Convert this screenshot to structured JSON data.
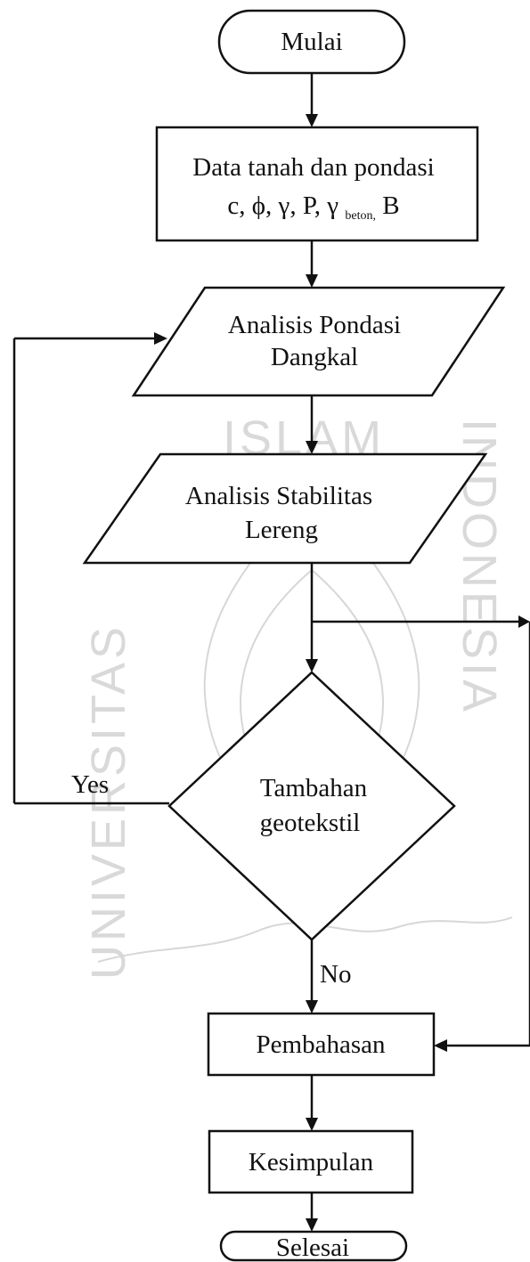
{
  "watermark": {
    "top_text": "ISLAM",
    "left_text": "UNIVERSITAS",
    "right_text": "INDONESIA"
  },
  "flowchart": {
    "start": "Mulai",
    "data": {
      "line1": "Data tanah dan pondasi",
      "line2_prefix": "c, ϕ, γ, P, γ",
      "line2_subscript": "beton,",
      "line2_suffix": " B"
    },
    "analysis_shallow": {
      "line1": "Analisis Pondasi",
      "line2": "Dangkal"
    },
    "analysis_slope": {
      "line1": "Analisis Stabilitas",
      "line2": "Lereng"
    },
    "decision": {
      "line1": "Tambahan",
      "line2": "geotekstil",
      "yes": "Yes",
      "no": "No"
    },
    "discussion": "Pembahasan",
    "conclusion": "Kesimpulan",
    "end": "Selesai"
  }
}
